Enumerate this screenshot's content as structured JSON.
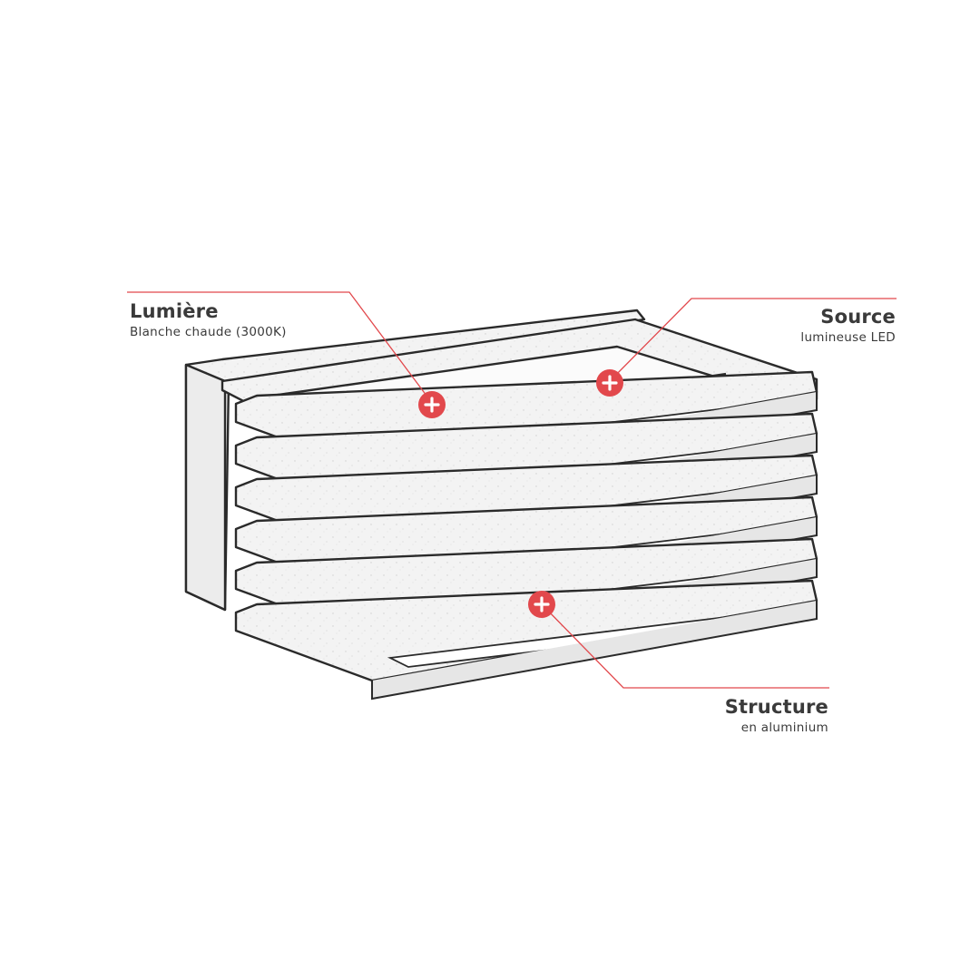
{
  "annotations": [
    {
      "id": "lumiere",
      "title": "Lumière",
      "subtitle": "Blanche chaude (3000K)"
    },
    {
      "id": "source",
      "title": "Source",
      "subtitle": "lumineuse LED"
    },
    {
      "id": "structure",
      "title": "Structure",
      "subtitle": "en aluminium"
    }
  ],
  "colors": {
    "accent": "#e2484c",
    "ink": "#2a2a2a",
    "text": "#3a3a3a"
  },
  "icons": {
    "hotspot": "plus-circle-icon"
  }
}
